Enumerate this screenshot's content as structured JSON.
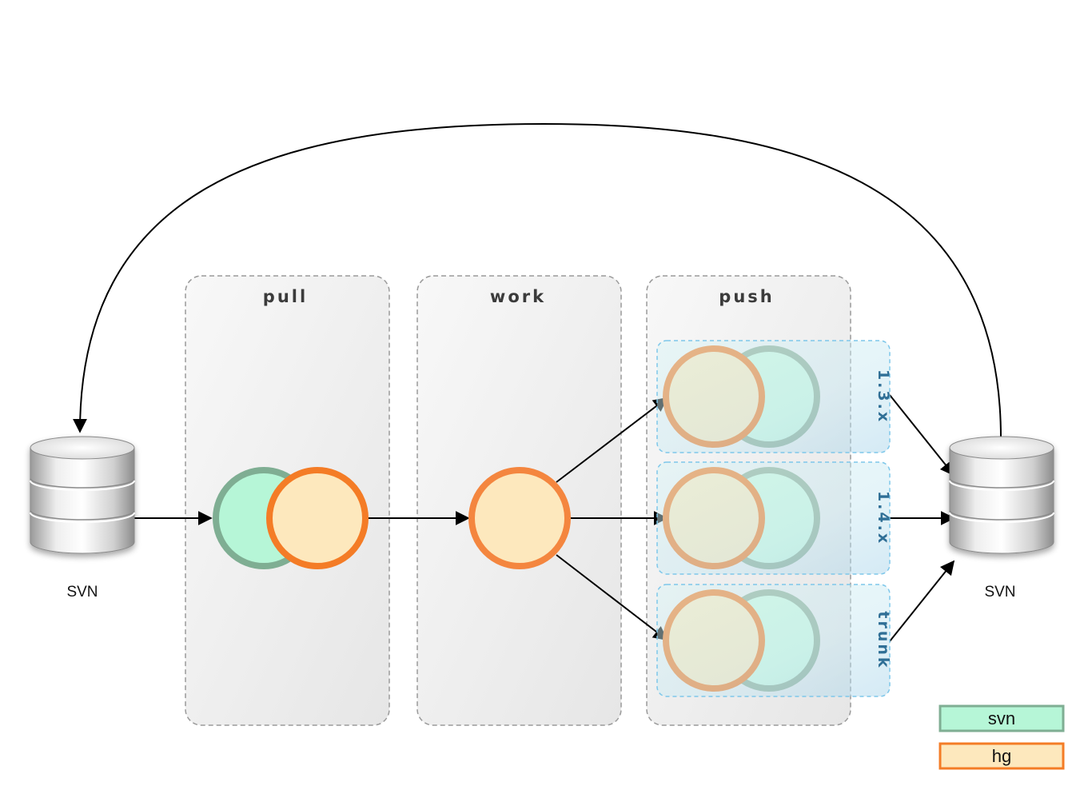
{
  "stages": {
    "pull": "pull",
    "work": "work",
    "push": "push"
  },
  "branches": {
    "b1": "1.3.x",
    "b2": "1.4.x",
    "b3": "trunk"
  },
  "repositories": {
    "left_label": "SVN",
    "right_label": "SVN"
  },
  "legend": {
    "svn_label": "svn",
    "hg_label": "hg"
  },
  "colors": {
    "svn_fill": "#b6f6d7",
    "svn_stroke": "#7fae93",
    "hg_fill": "#fde8bd",
    "hg_stroke": "#f47c26",
    "branch_fill": "#cdeaf5",
    "branch_stroke": "#7ec7ea",
    "stage_fill": "#f1f1f1",
    "stage_stroke": "#9a9a9a"
  },
  "icons": {
    "repository": "database-icon"
  }
}
